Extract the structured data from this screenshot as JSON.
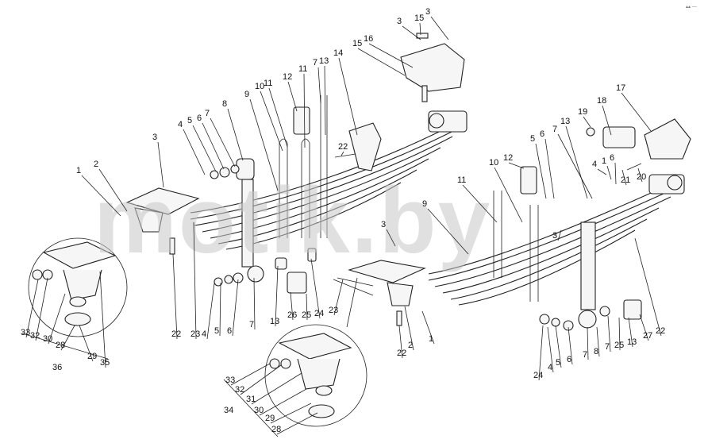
{
  "watermark": "motik.by",
  "corner_mark": "▴▴ —",
  "callouts": [
    "1",
    "2",
    "3",
    "4",
    "5",
    "6",
    "7",
    "8",
    "9",
    "10",
    "11",
    "12",
    "13",
    "14",
    "15",
    "16",
    "17",
    "18",
    "19",
    "20",
    "21",
    "22",
    "23",
    "24",
    "25",
    "26",
    "27",
    "28",
    "29",
    "30",
    "31",
    "32",
    "33",
    "34",
    "35",
    "36"
  ]
}
